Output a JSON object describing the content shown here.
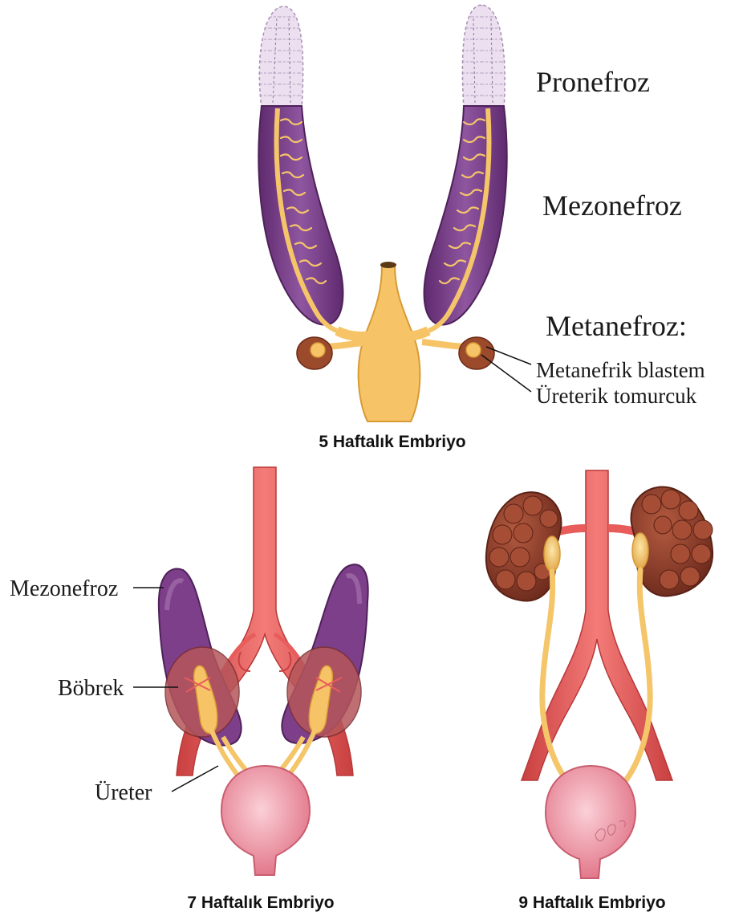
{
  "labels": {
    "pronefroz": "Pronefroz",
    "mezonefroz_top": "Mezonefroz",
    "metanefroz": "Metanefroz:",
    "metanefrik_blastem": "Metanefrik blastem",
    "ureterik_tomurcuk": "Üreterik tomurcuk",
    "mezonefroz_left": "Mezonefroz",
    "bobrek": "Böbrek",
    "ureter": "Üreter"
  },
  "captions": {
    "week5": "5 Haftalık Embriyo",
    "week7": "7 Haftalık Embriyo",
    "week9": "9 Haftalık Embriyo"
  },
  "colors": {
    "pronephros": "#e7d8ec",
    "mesonephros": "#7b3f86",
    "mesonephros_light": "#a773b0",
    "duct": "#f5c56a",
    "duct_dark": "#d79a35",
    "blastema": "#9b4a2c",
    "aorta": "#e85c5c",
    "aorta_dark": "#c94040",
    "kidney": "#8f3e2c",
    "bladder": "#f29aa8",
    "bladder_dark": "#d46f80",
    "leader": "#111111"
  }
}
